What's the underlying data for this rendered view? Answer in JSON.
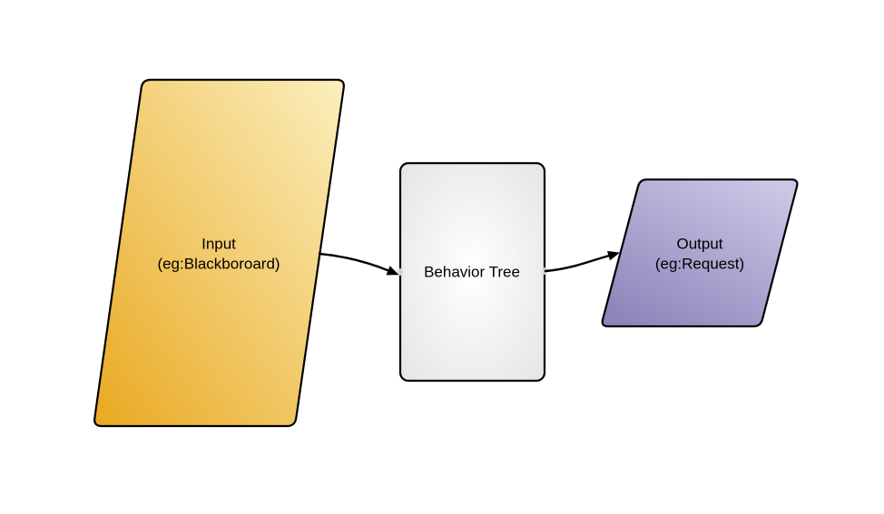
{
  "diagram": {
    "background_color": "#ffffff",
    "stroke_color": "#000000",
    "text_color": "#000000",
    "nodes": {
      "input": {
        "label": "Input",
        "sublabel": "(eg:Blackboroard)",
        "shape": "parallelogram",
        "gradient": {
          "from": "#FBEFBE",
          "to": "#E9A921"
        }
      },
      "behavior_tree": {
        "label": "Behavior Tree",
        "shape": "rounded-rectangle",
        "gradient": {
          "from": "#FFFFFF",
          "to": "#E4E4E4"
        }
      },
      "output": {
        "label": "Output",
        "sublabel": "(eg:Request)",
        "shape": "parallelogram",
        "gradient": {
          "from": "#CCC7E6",
          "to": "#8D85BA"
        }
      }
    },
    "edges": [
      {
        "from": "input",
        "to": "behavior_tree",
        "style": "curved-arrow"
      },
      {
        "from": "behavior_tree",
        "to": "output",
        "style": "curved-arrow"
      }
    ]
  }
}
